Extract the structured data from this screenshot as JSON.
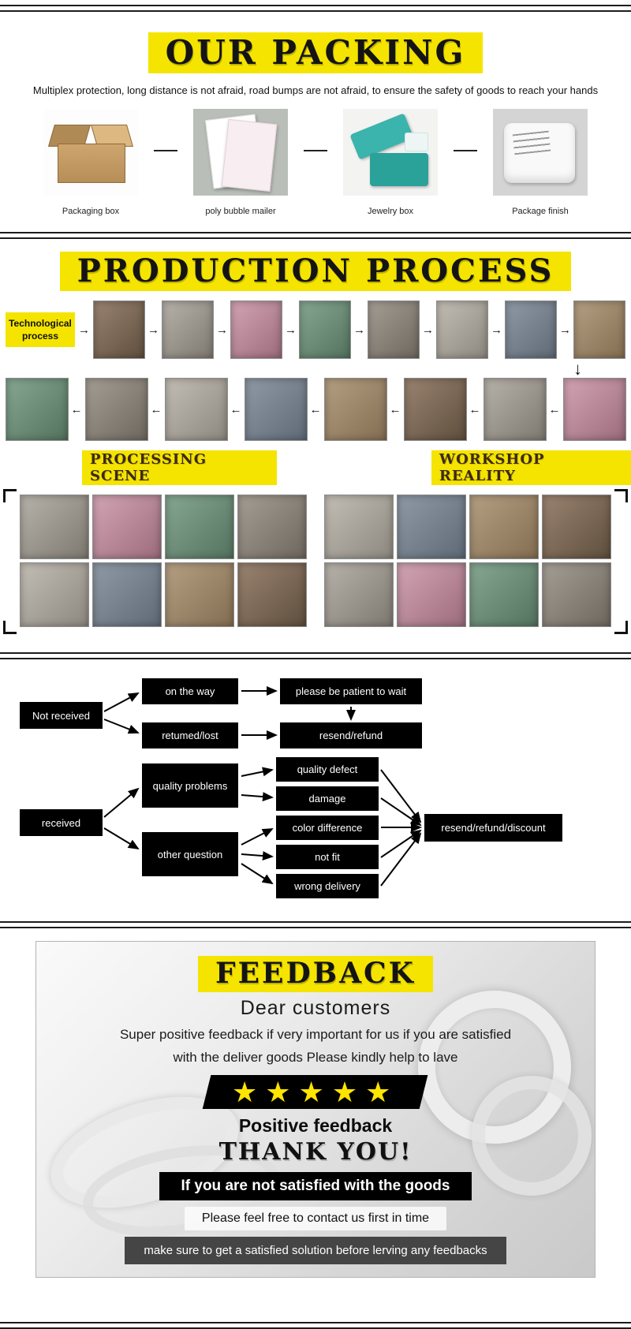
{
  "icons": {
    "arrow_right": "→",
    "arrow_left": "←",
    "arrow_down": "↓"
  },
  "colors": {
    "accent_yellow": "#f5e400",
    "flow_box_black": "#000000",
    "star_yellow": "#ffe400"
  },
  "packing": {
    "title": "OUR PACKING",
    "subtitle": "Multiplex protection, long distance is not afraid, road bumps are not afraid, to ensure the safety of goods to reach your hands",
    "items": [
      {
        "label": "Packaging box"
      },
      {
        "label": "poly bubble mailer"
      },
      {
        "label": "Jewelry box"
      },
      {
        "label": "Package finish"
      }
    ]
  },
  "production": {
    "title": "PRODUCTION PROCESS",
    "process_label_line1": "Technological",
    "process_label_line2": "process",
    "row1_photos": 8,
    "row2_photos": 8,
    "collage_row_photos": 8,
    "scene_label_left": "PROCESSING SCENE",
    "scene_label_right": "WORKSHOP REALITY"
  },
  "flowchart": {
    "nodes": {
      "not_received": "Not received",
      "on_the_way": "on the way",
      "patient": "please be patient to wait",
      "returned": "retumed/lost",
      "resend": "resend/refund",
      "quality_problems": "quality problems",
      "received": "received",
      "other_question": "other question",
      "quality_defect": "quality defect",
      "damage": "damage",
      "color_difference": "color difference",
      "not_fit": "not fit",
      "wrong_delivery": "wrong delivery",
      "outcome": "resend/refund/discount"
    }
  },
  "feedback": {
    "title": "FEEDBACK",
    "heading": "Dear customers",
    "line1": "Super positive feedback if very important for us if you are satisfied",
    "line2": "with the deliver goods Please kindly help to lave",
    "stars": "★★★★★",
    "positive_label": "Positive feedback",
    "thanks": "THANK YOU!",
    "warning": "If you are not satisfied with the goods",
    "contact": "Please feel free to contact us first in time",
    "note": "make sure to get a satisfied solution before lerving any feedbacks"
  }
}
